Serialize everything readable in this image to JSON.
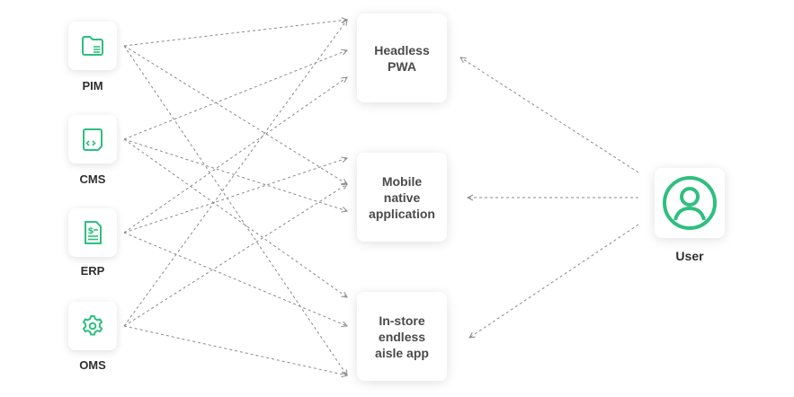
{
  "colors": {
    "accent": "#2ebf7f",
    "line": "#8a8a8a",
    "text": "#2f2f2f"
  },
  "sources": [
    {
      "id": "pim",
      "label": "PIM",
      "icon": "folder-icon"
    },
    {
      "id": "cms",
      "label": "CMS",
      "icon": "code-file-icon"
    },
    {
      "id": "erp",
      "label": "ERP",
      "icon": "invoice-icon"
    },
    {
      "id": "oms",
      "label": "OMS",
      "icon": "gear-icon"
    }
  ],
  "targets": [
    {
      "id": "pwa",
      "label": "Headless\nPWA"
    },
    {
      "id": "mobile",
      "label": "Mobile\nnative\napplication"
    },
    {
      "id": "instore",
      "label": "In-store\nendless\naisle app"
    }
  ],
  "user": {
    "label": "User",
    "icon": "user-icon"
  }
}
